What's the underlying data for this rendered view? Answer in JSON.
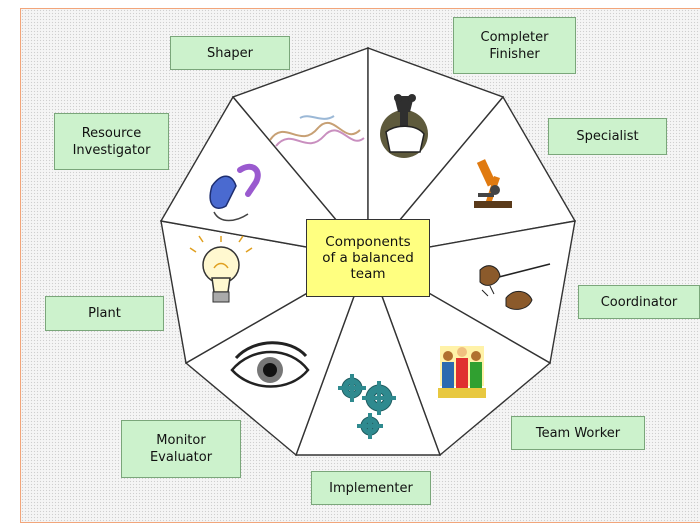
{
  "center": {
    "title": "Components\nof a balanced\nteam"
  },
  "roles": [
    {
      "key": "shaper",
      "label": "Shaper",
      "icon": "streamer-icon"
    },
    {
      "key": "completer-finisher",
      "label": "Completer\nFinisher",
      "icon": "trophy-hand-icon"
    },
    {
      "key": "specialist",
      "label": "Specialist",
      "icon": "microscope-icon"
    },
    {
      "key": "coordinator",
      "label": "Coordinator",
      "icon": "conductor-hands-icon"
    },
    {
      "key": "team-worker",
      "label": "Team Worker",
      "icon": "people-group-icon"
    },
    {
      "key": "implementer",
      "label": "Implementer",
      "icon": "gears-icon"
    },
    {
      "key": "monitor-evaluator",
      "label": "Monitor\nEvaluator",
      "icon": "eye-icon"
    },
    {
      "key": "plant",
      "label": "Plant",
      "icon": "light-bulb-icon"
    },
    {
      "key": "resource-investigator",
      "label": "Resource\nInvestigator",
      "icon": "telephone-icon"
    }
  ],
  "colors": {
    "label_fill": "#ccf2cc",
    "center_fill": "#ffff80",
    "frame_border": "#f2a57a"
  }
}
